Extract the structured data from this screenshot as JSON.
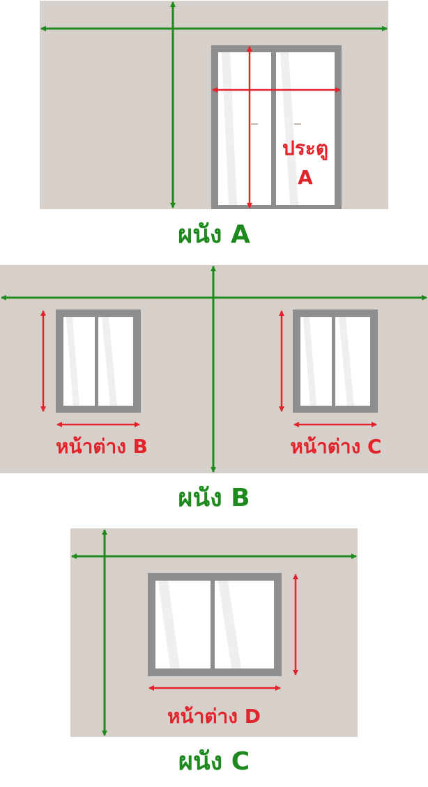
{
  "colors": {
    "wall": "#d6cfca",
    "frame": "#8e8e8e",
    "glass": "#ffffff",
    "measure_wall": "#1e8a1e",
    "measure_opening": "#e2232b"
  },
  "walls": [
    {
      "label": "ผนัง A",
      "openings": [
        {
          "type": "door",
          "label_line1": "ประตู",
          "label_line2": "A"
        }
      ]
    },
    {
      "label": "ผนัง B",
      "openings": [
        {
          "type": "window",
          "label": "หน้าต่าง B"
        },
        {
          "type": "window",
          "label": "หน้าต่าง C"
        }
      ]
    },
    {
      "label": "ผนัง C",
      "openings": [
        {
          "type": "window",
          "label": "หน้าต่าง D"
        }
      ]
    }
  ]
}
